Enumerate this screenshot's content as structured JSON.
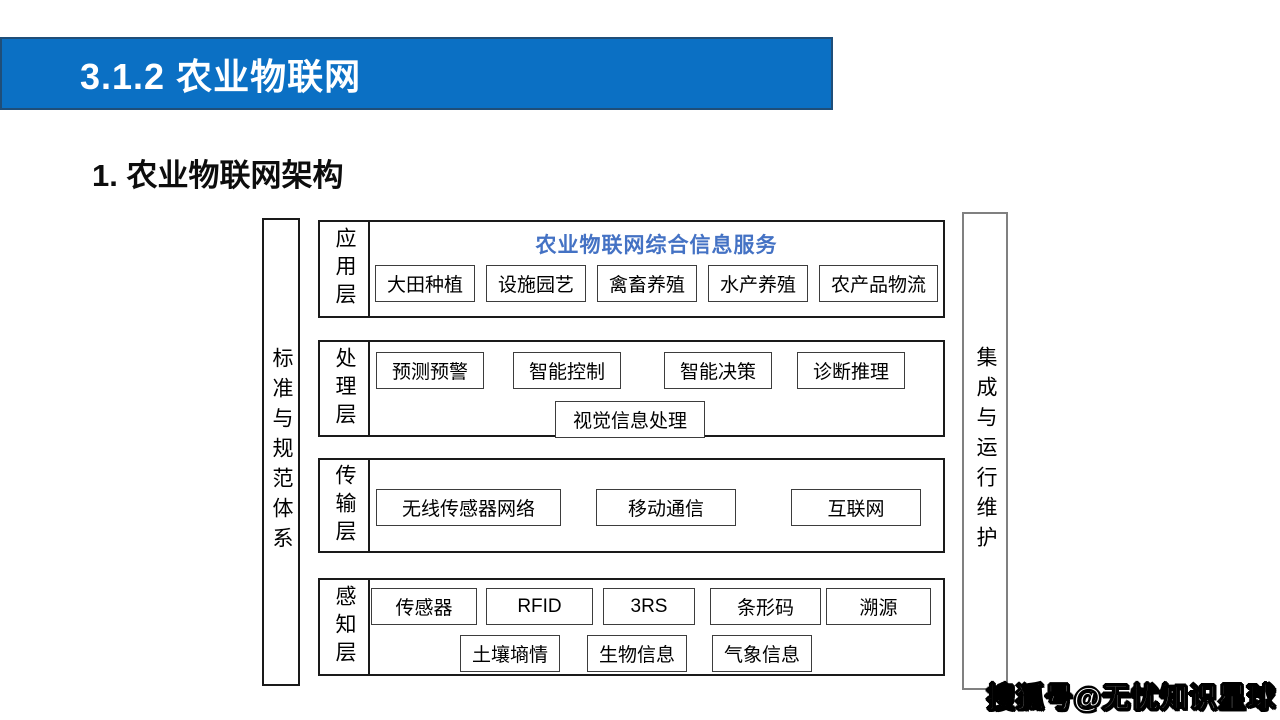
{
  "header": {
    "title": "3.1.2 农业物联网"
  },
  "section_title": "1. 农业物联网架构",
  "diagram": {
    "left_bar": "标准与规范体系",
    "right_bar": "集成与运行维护",
    "layers": [
      {
        "label": "应用层",
        "service_title": "农业物联网综合信息服务",
        "boxes": [
          "大田种植",
          "设施园艺",
          "禽畜养殖",
          "水产养殖",
          "农产品物流"
        ]
      },
      {
        "label": "处理层",
        "row1": [
          "预测预警",
          "智能控制",
          "智能决策",
          "诊断推理"
        ],
        "row2": [
          "视觉信息处理"
        ]
      },
      {
        "label": "传输层",
        "row1": [
          "无线传感器网络",
          "移动通信",
          "互联网"
        ]
      },
      {
        "label": "感知层",
        "row1": [
          "传感器",
          "RFID",
          "3RS",
          "条形码",
          "溯源"
        ],
        "row2": [
          "土壤墒情",
          "生物信息",
          "气象信息"
        ]
      }
    ]
  },
  "watermark": "搜狐号@无忧知识星球",
  "colors": {
    "header-bg": "#0b70c4",
    "header-border": "#1f4e79",
    "service-title": "#4472c4",
    "box-border": "#3d3d3d",
    "outline": "#1a1a1a",
    "right-bar-border": "#808080"
  }
}
